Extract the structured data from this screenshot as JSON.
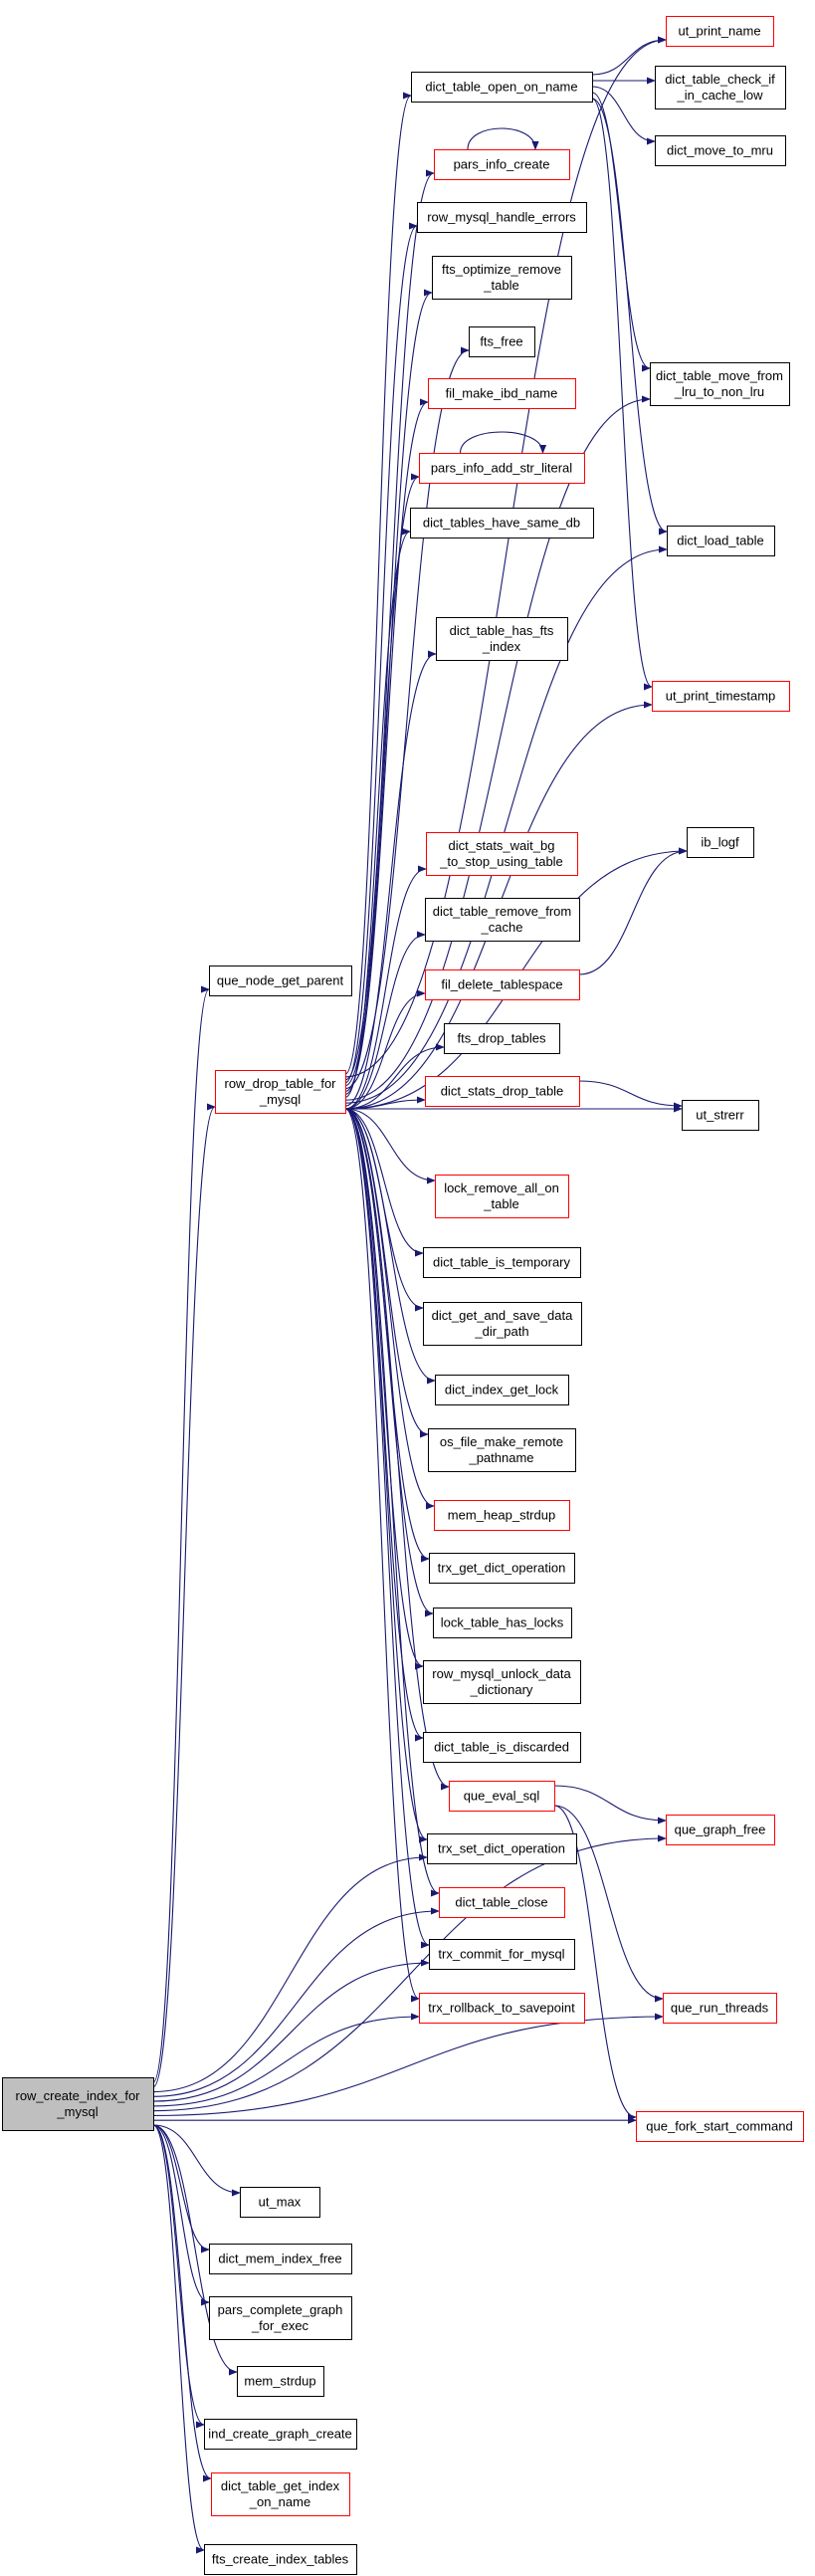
{
  "diagram": {
    "nodes": [
      {
        "id": "root",
        "lines": [
          "row_create_index_for",
          "_mysql"
        ],
        "style": "root"
      },
      {
        "id": "que_node_get_parent",
        "lines": [
          "que_node_get_parent"
        ],
        "style": "black"
      },
      {
        "id": "row_drop_table_for_mysql",
        "lines": [
          "row_drop_table_for",
          "_mysql"
        ],
        "style": "red"
      },
      {
        "id": "dict_table_open_on_name",
        "lines": [
          "dict_table_open_on_name"
        ],
        "style": "black"
      },
      {
        "id": "ut_print_name",
        "lines": [
          "ut_print_name"
        ],
        "style": "red"
      },
      {
        "id": "dict_table_check_if_in_cache_low",
        "lines": [
          "dict_table_check_if",
          "_in_cache_low"
        ],
        "style": "black"
      },
      {
        "id": "dict_move_to_mru",
        "lines": [
          "dict_move_to_mru"
        ],
        "style": "black"
      },
      {
        "id": "pars_info_create",
        "lines": [
          "pars_info_create"
        ],
        "style": "red"
      },
      {
        "id": "row_mysql_handle_errors",
        "lines": [
          "row_mysql_handle_errors"
        ],
        "style": "black"
      },
      {
        "id": "fts_optimize_remove_table",
        "lines": [
          "fts_optimize_remove",
          "_table"
        ],
        "style": "black"
      },
      {
        "id": "fts_free",
        "lines": [
          "fts_free"
        ],
        "style": "black"
      },
      {
        "id": "fil_make_ibd_name",
        "lines": [
          "fil_make_ibd_name"
        ],
        "style": "red"
      },
      {
        "id": "pars_info_add_str_literal",
        "lines": [
          "pars_info_add_str_literal"
        ],
        "style": "red"
      },
      {
        "id": "dict_tables_have_same_db",
        "lines": [
          "dict_tables_have_same_db"
        ],
        "style": "black"
      },
      {
        "id": "dict_table_move_from_lru_to_non_lru",
        "lines": [
          "dict_table_move_from",
          "_lru_to_non_lru"
        ],
        "style": "black"
      },
      {
        "id": "dict_load_table",
        "lines": [
          "dict_load_table"
        ],
        "style": "black"
      },
      {
        "id": "dict_table_has_fts_index",
        "lines": [
          "dict_table_has_fts",
          "_index"
        ],
        "style": "black"
      },
      {
        "id": "ut_print_timestamp",
        "lines": [
          "ut_print_timestamp"
        ],
        "style": "red"
      },
      {
        "id": "dict_stats_wait_bg_to_stop_using_table",
        "lines": [
          "dict_stats_wait_bg",
          "_to_stop_using_table"
        ],
        "style": "red"
      },
      {
        "id": "ib_logf",
        "lines": [
          "ib_logf"
        ],
        "style": "black"
      },
      {
        "id": "dict_table_remove_from_cache",
        "lines": [
          "dict_table_remove_from",
          "_cache"
        ],
        "style": "black"
      },
      {
        "id": "fil_delete_tablespace",
        "lines": [
          "fil_delete_tablespace"
        ],
        "style": "red"
      },
      {
        "id": "fts_drop_tables",
        "lines": [
          "fts_drop_tables"
        ],
        "style": "black"
      },
      {
        "id": "dict_stats_drop_table",
        "lines": [
          "dict_stats_drop_table"
        ],
        "style": "red"
      },
      {
        "id": "ut_strerr",
        "lines": [
          "ut_strerr"
        ],
        "style": "black"
      },
      {
        "id": "lock_remove_all_on_table",
        "lines": [
          "lock_remove_all_on",
          "_table"
        ],
        "style": "red"
      },
      {
        "id": "dict_table_is_temporary",
        "lines": [
          "dict_table_is_temporary"
        ],
        "style": "black"
      },
      {
        "id": "dict_get_and_save_data_dir_path",
        "lines": [
          "dict_get_and_save_data",
          "_dir_path"
        ],
        "style": "black"
      },
      {
        "id": "dict_index_get_lock",
        "lines": [
          "dict_index_get_lock"
        ],
        "style": "black"
      },
      {
        "id": "os_file_make_remote_pathname",
        "lines": [
          "os_file_make_remote",
          "_pathname"
        ],
        "style": "black"
      },
      {
        "id": "mem_heap_strdup",
        "lines": [
          "mem_heap_strdup"
        ],
        "style": "red"
      },
      {
        "id": "trx_get_dict_operation",
        "lines": [
          "trx_get_dict_operation"
        ],
        "style": "black"
      },
      {
        "id": "lock_table_has_locks",
        "lines": [
          "lock_table_has_locks"
        ],
        "style": "black"
      },
      {
        "id": "row_mysql_unlock_data_dictionary",
        "lines": [
          "row_mysql_unlock_data",
          "_dictionary"
        ],
        "style": "black"
      },
      {
        "id": "dict_table_is_discarded",
        "lines": [
          "dict_table_is_discarded"
        ],
        "style": "black"
      },
      {
        "id": "que_eval_sql",
        "lines": [
          "que_eval_sql"
        ],
        "style": "red"
      },
      {
        "id": "que_graph_free",
        "lines": [
          "que_graph_free"
        ],
        "style": "red"
      },
      {
        "id": "trx_set_dict_operation",
        "lines": [
          "trx_set_dict_operation"
        ],
        "style": "black"
      },
      {
        "id": "dict_table_close",
        "lines": [
          "dict_table_close"
        ],
        "style": "red"
      },
      {
        "id": "trx_commit_for_mysql",
        "lines": [
          "trx_commit_for_mysql"
        ],
        "style": "black"
      },
      {
        "id": "trx_rollback_to_savepoint",
        "lines": [
          "trx_rollback_to_savepoint"
        ],
        "style": "red"
      },
      {
        "id": "que_run_threads",
        "lines": [
          "que_run_threads"
        ],
        "style": "red"
      },
      {
        "id": "que_fork_start_command",
        "lines": [
          "que_fork_start_command"
        ],
        "style": "red"
      },
      {
        "id": "ut_max",
        "lines": [
          "ut_max"
        ],
        "style": "black"
      },
      {
        "id": "dict_mem_index_free",
        "lines": [
          "dict_mem_index_free"
        ],
        "style": "black"
      },
      {
        "id": "pars_complete_graph_for_exec",
        "lines": [
          "pars_complete_graph",
          "_for_exec"
        ],
        "style": "black"
      },
      {
        "id": "mem_strdup",
        "lines": [
          "mem_strdup"
        ],
        "style": "black"
      },
      {
        "id": "ind_create_graph_create",
        "lines": [
          "ind_create_graph_create"
        ],
        "style": "black"
      },
      {
        "id": "dict_table_get_index_on_name",
        "lines": [
          "dict_table_get_index",
          "_on_name"
        ],
        "style": "red"
      },
      {
        "id": "fts_create_index_tables",
        "lines": [
          "fts_create_index_tables"
        ],
        "style": "black"
      }
    ],
    "edges": [
      [
        "root",
        "que_node_get_parent"
      ],
      [
        "root",
        "row_drop_table_for_mysql"
      ],
      [
        "root",
        "trx_set_dict_operation"
      ],
      [
        "root",
        "dict_table_close"
      ],
      [
        "root",
        "trx_commit_for_mysql"
      ],
      [
        "root",
        "trx_rollback_to_savepoint"
      ],
      [
        "root",
        "que_graph_free"
      ],
      [
        "root",
        "que_run_threads"
      ],
      [
        "root",
        "que_fork_start_command"
      ],
      [
        "root",
        "ut_max"
      ],
      [
        "root",
        "dict_mem_index_free"
      ],
      [
        "root",
        "pars_complete_graph_for_exec"
      ],
      [
        "root",
        "mem_strdup"
      ],
      [
        "root",
        "ind_create_graph_create"
      ],
      [
        "root",
        "dict_table_get_index_on_name"
      ],
      [
        "root",
        "fts_create_index_tables"
      ],
      [
        "row_drop_table_for_mysql",
        "dict_table_open_on_name"
      ],
      [
        "row_drop_table_for_mysql",
        "ut_print_name"
      ],
      [
        "row_drop_table_for_mysql",
        "pars_info_create"
      ],
      [
        "row_drop_table_for_mysql",
        "row_mysql_handle_errors"
      ],
      [
        "row_drop_table_for_mysql",
        "fts_optimize_remove_table"
      ],
      [
        "row_drop_table_for_mysql",
        "fts_free"
      ],
      [
        "row_drop_table_for_mysql",
        "fil_make_ibd_name"
      ],
      [
        "row_drop_table_for_mysql",
        "pars_info_add_str_literal"
      ],
      [
        "row_drop_table_for_mysql",
        "dict_tables_have_same_db"
      ],
      [
        "row_drop_table_for_mysql",
        "dict_table_move_from_lru_to_non_lru"
      ],
      [
        "row_drop_table_for_mysql",
        "dict_load_table"
      ],
      [
        "row_drop_table_for_mysql",
        "dict_table_has_fts_index"
      ],
      [
        "row_drop_table_for_mysql",
        "ut_print_timestamp"
      ],
      [
        "row_drop_table_for_mysql",
        "ib_logf"
      ],
      [
        "row_drop_table_for_mysql",
        "dict_stats_wait_bg_to_stop_using_table"
      ],
      [
        "row_drop_table_for_mysql",
        "dict_table_remove_from_cache"
      ],
      [
        "row_drop_table_for_mysql",
        "fil_delete_tablespace"
      ],
      [
        "row_drop_table_for_mysql",
        "fts_drop_tables"
      ],
      [
        "row_drop_table_for_mysql",
        "dict_stats_drop_table"
      ],
      [
        "row_drop_table_for_mysql",
        "ut_strerr"
      ],
      [
        "row_drop_table_for_mysql",
        "lock_remove_all_on_table"
      ],
      [
        "row_drop_table_for_mysql",
        "dict_table_is_temporary"
      ],
      [
        "row_drop_table_for_mysql",
        "dict_get_and_save_data_dir_path"
      ],
      [
        "row_drop_table_for_mysql",
        "dict_index_get_lock"
      ],
      [
        "row_drop_table_for_mysql",
        "os_file_make_remote_pathname"
      ],
      [
        "row_drop_table_for_mysql",
        "mem_heap_strdup"
      ],
      [
        "row_drop_table_for_mysql",
        "trx_get_dict_operation"
      ],
      [
        "row_drop_table_for_mysql",
        "lock_table_has_locks"
      ],
      [
        "row_drop_table_for_mysql",
        "row_mysql_unlock_data_dictionary"
      ],
      [
        "row_drop_table_for_mysql",
        "dict_table_is_discarded"
      ],
      [
        "row_drop_table_for_mysql",
        "que_eval_sql"
      ],
      [
        "row_drop_table_for_mysql",
        "trx_set_dict_operation"
      ],
      [
        "row_drop_table_for_mysql",
        "dict_table_close"
      ],
      [
        "row_drop_table_for_mysql",
        "trx_commit_for_mysql"
      ],
      [
        "row_drop_table_for_mysql",
        "trx_rollback_to_savepoint"
      ],
      [
        "dict_table_open_on_name",
        "ut_print_name"
      ],
      [
        "dict_table_open_on_name",
        "dict_table_check_if_in_cache_low"
      ],
      [
        "dict_table_open_on_name",
        "dict_move_to_mru"
      ],
      [
        "dict_table_open_on_name",
        "dict_table_move_from_lru_to_non_lru"
      ],
      [
        "dict_table_open_on_name",
        "dict_load_table"
      ],
      [
        "dict_table_open_on_name",
        "ut_print_timestamp"
      ],
      [
        "pars_info_create",
        "pars_info_create"
      ],
      [
        "pars_info_add_str_literal",
        "pars_info_add_str_literal"
      ],
      [
        "fil_delete_tablespace",
        "ib_logf"
      ],
      [
        "dict_stats_drop_table",
        "ut_strerr"
      ],
      [
        "que_eval_sql",
        "que_graph_free"
      ],
      [
        "que_eval_sql",
        "que_run_threads"
      ],
      [
        "que_eval_sql",
        "que_fork_start_command"
      ]
    ]
  }
}
